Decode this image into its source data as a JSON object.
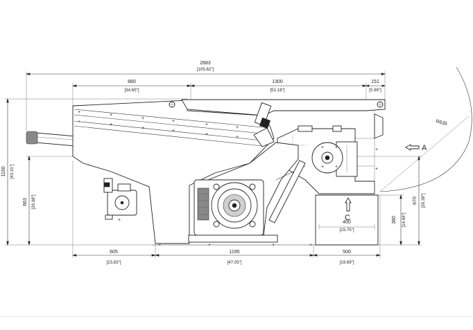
{
  "dimensions": {
    "overall_length": {
      "value": "2683",
      "imperial": "[105.62\"]"
    },
    "feed_length": {
      "value": "880",
      "imperial": "[34.65\"]"
    },
    "hopper_length": {
      "value": "1300",
      "imperial": "[51.18\"]"
    },
    "end_length": {
      "value": "151",
      "imperial": "[5.96\"]"
    },
    "overall_height": {
      "value": "1100",
      "imperial": "[43.31\"]"
    },
    "lower_height": {
      "value": "663",
      "imperial": "[26.08\"]"
    },
    "outlet_height": {
      "value": "670",
      "imperial": "[26.38\"]"
    },
    "outlet_bottom": {
      "value": "380",
      "imperial": "[14.96\"]"
    },
    "outlet_width": {
      "value": "400",
      "imperial": "[15.75\"]"
    },
    "base_left": {
      "value": "605",
      "imperial": "[23.83\"]"
    },
    "base_middle": {
      "value": "1195",
      "imperial": "[47.05\"]"
    },
    "base_right": {
      "value": "500",
      "imperial": "[19.69\"]"
    },
    "radius": {
      "value": "R635"
    }
  },
  "labels": {
    "view_a": "A",
    "view_c": "C"
  }
}
